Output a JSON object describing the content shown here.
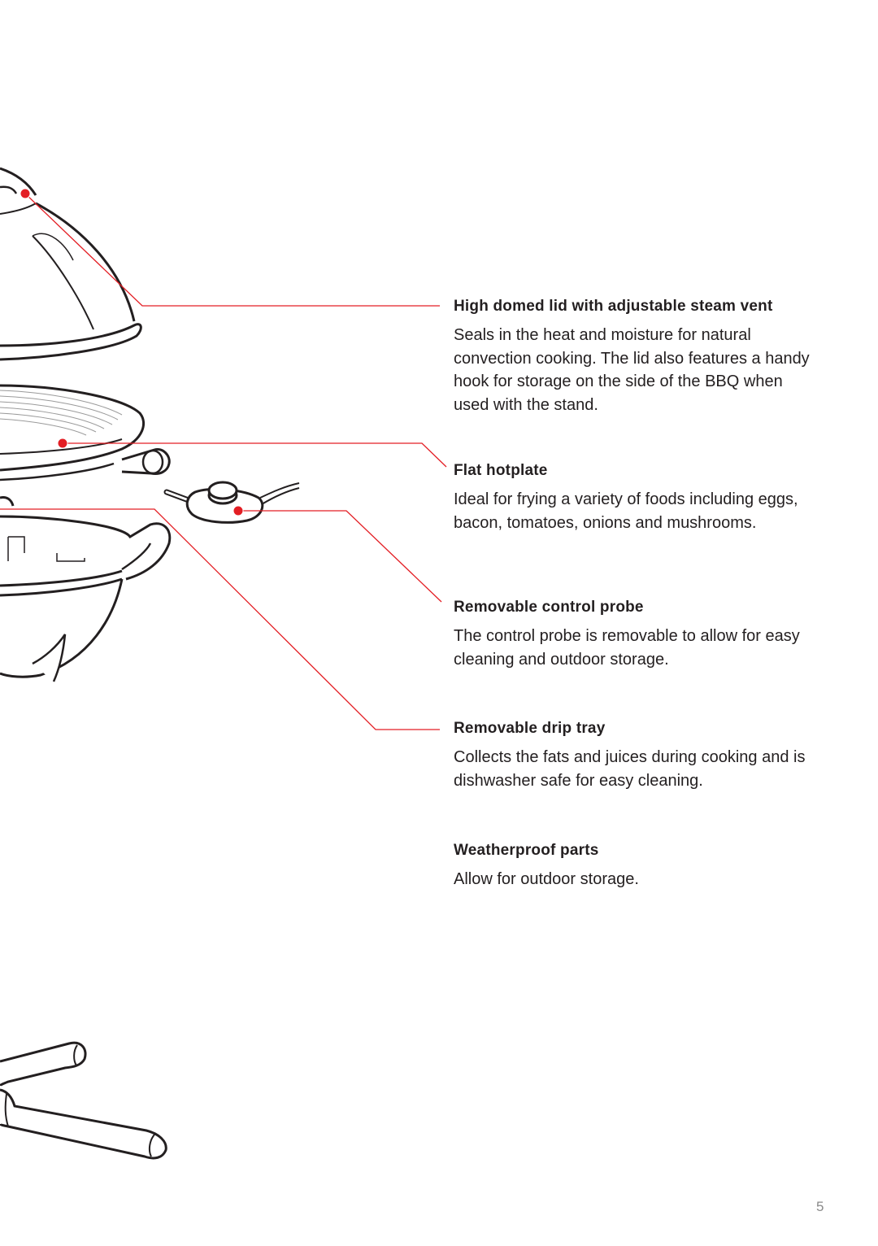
{
  "features": [
    {
      "title": "High domed lid with adjustable steam vent",
      "text": "Seals in the heat and moisture for natural convection cooking. The lid also features a handy hook for storage on the side of the BBQ when used with the stand."
    },
    {
      "title": "Flat hotplate",
      "text": "Ideal for frying a variety of foods including eggs, bacon, tomatoes, onions and mushrooms."
    },
    {
      "title": "Removable control probe",
      "text": "The control probe is removable to allow for easy cleaning and outdoor storage."
    },
    {
      "title": "Removable drip tray",
      "text": "Collects the fats and juices during cooking and is dishwasher safe for easy cleaning."
    },
    {
      "title": "Weatherproof parts",
      "text": "Allow for outdoor storage."
    }
  ],
  "page_number": "5",
  "colors": {
    "callout": "#e31e24",
    "line_art": "#231f20",
    "text": "#231f20",
    "page_number": "#8a8a8a"
  }
}
